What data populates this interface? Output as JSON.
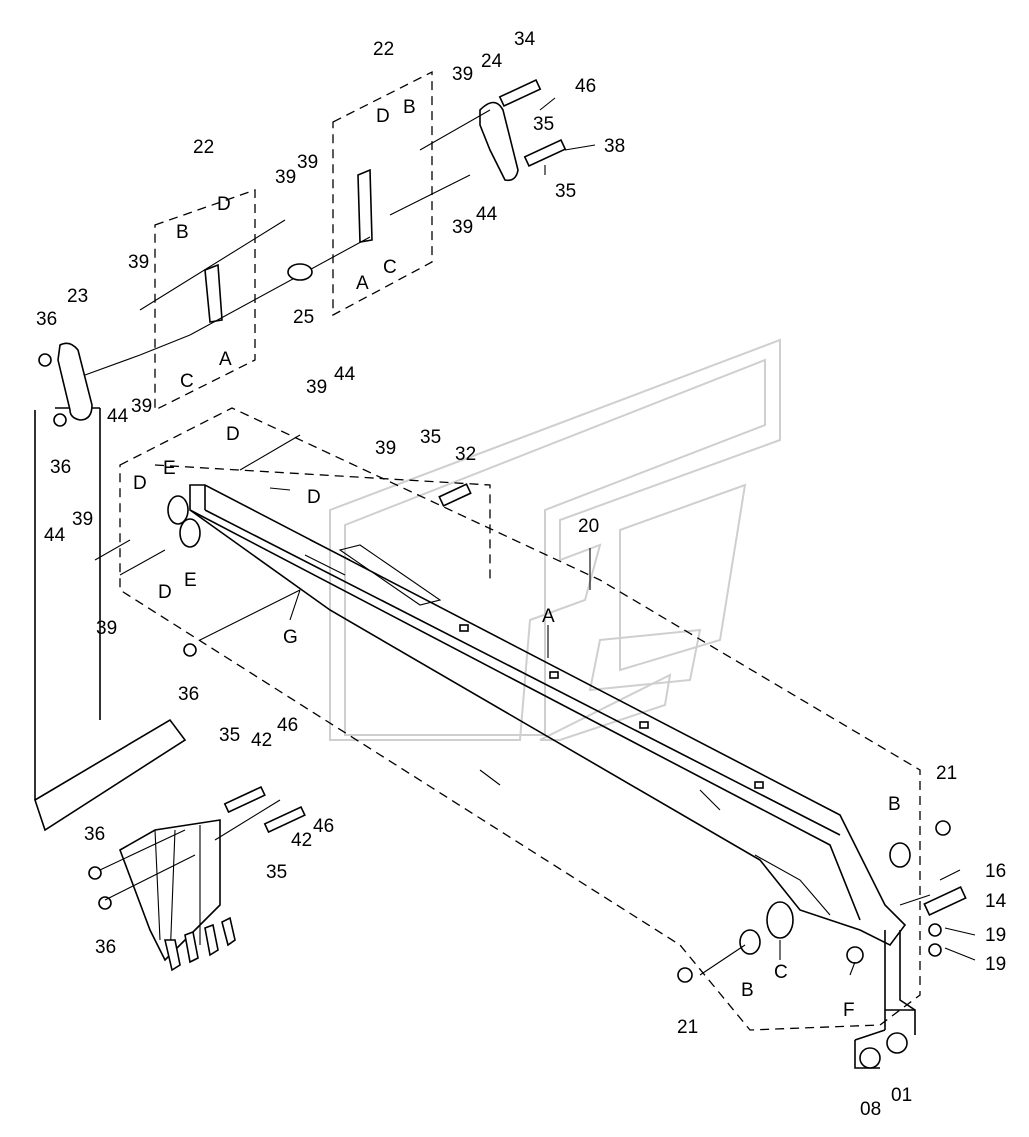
{
  "diagram": {
    "labels": [
      {
        "id": "l-22a",
        "text": "22"
      },
      {
        "id": "l-22b",
        "text": "22"
      },
      {
        "id": "l-34",
        "text": "34"
      },
      {
        "id": "l-24",
        "text": "24"
      },
      {
        "id": "l-46a",
        "text": "46"
      },
      {
        "id": "l-35a",
        "text": "35"
      },
      {
        "id": "l-38",
        "text": "38"
      },
      {
        "id": "l-35b",
        "text": "35"
      },
      {
        "id": "l-39a",
        "text": "39"
      },
      {
        "id": "l-44a",
        "text": "44"
      },
      {
        "id": "l-39b",
        "text": "39"
      },
      {
        "id": "l-Da",
        "text": "D"
      },
      {
        "id": "l-Ba",
        "text": "B"
      },
      {
        "id": "l-Ca",
        "text": "C"
      },
      {
        "id": "l-Aa",
        "text": "A"
      },
      {
        "id": "l-25",
        "text": "25"
      },
      {
        "id": "l-39c",
        "text": "39"
      },
      {
        "id": "l-39d",
        "text": "39"
      },
      {
        "id": "l-Db",
        "text": "D"
      },
      {
        "id": "l-Bb",
        "text": "B"
      },
      {
        "id": "l-39e",
        "text": "39"
      },
      {
        "id": "l-Cb",
        "text": "C"
      },
      {
        "id": "l-Ab",
        "text": "A"
      },
      {
        "id": "l-23",
        "text": "23"
      },
      {
        "id": "l-36a",
        "text": "36"
      },
      {
        "id": "l-44b",
        "text": "44"
      },
      {
        "id": "l-39f",
        "text": "39"
      },
      {
        "id": "l-36b",
        "text": "36"
      },
      {
        "id": "l-39g",
        "text": "39"
      },
      {
        "id": "l-44c",
        "text": "44"
      },
      {
        "id": "l-Dc",
        "text": "D"
      },
      {
        "id": "l-39h",
        "text": "39"
      },
      {
        "id": "l-Dd",
        "text": "D"
      },
      {
        "id": "l-De",
        "text": "D"
      },
      {
        "id": "l-Ea",
        "text": "E"
      },
      {
        "id": "l-Df",
        "text": "D"
      },
      {
        "id": "l-Eb",
        "text": "E"
      },
      {
        "id": "l-44d",
        "text": "44"
      },
      {
        "id": "l-39i",
        "text": "39"
      },
      {
        "id": "l-39j",
        "text": "39"
      },
      {
        "id": "l-35c",
        "text": "35"
      },
      {
        "id": "l-32",
        "text": "32"
      },
      {
        "id": "l-20",
        "text": "20"
      },
      {
        "id": "l-Ac",
        "text": "A"
      },
      {
        "id": "l-G",
        "text": "G"
      },
      {
        "id": "l-36c",
        "text": "36"
      },
      {
        "id": "l-35d",
        "text": "35"
      },
      {
        "id": "l-42a",
        "text": "42"
      },
      {
        "id": "l-46b",
        "text": "46"
      },
      {
        "id": "l-42b",
        "text": "42"
      },
      {
        "id": "l-46c",
        "text": "46"
      },
      {
        "id": "l-35e",
        "text": "35"
      },
      {
        "id": "l-36d",
        "text": "36"
      },
      {
        "id": "l-36e",
        "text": "36"
      },
      {
        "id": "l-21a",
        "text": "21"
      },
      {
        "id": "l-Bc",
        "text": "B"
      },
      {
        "id": "l-16",
        "text": "16"
      },
      {
        "id": "l-14",
        "text": "14"
      },
      {
        "id": "l-19a",
        "text": "19"
      },
      {
        "id": "l-19b",
        "text": "19"
      },
      {
        "id": "l-Cc",
        "text": "C"
      },
      {
        "id": "l-Bd",
        "text": "B"
      },
      {
        "id": "l-F",
        "text": "F"
      },
      {
        "id": "l-21b",
        "text": "21"
      },
      {
        "id": "l-08",
        "text": "08"
      },
      {
        "id": "l-01",
        "text": "01"
      }
    ]
  }
}
